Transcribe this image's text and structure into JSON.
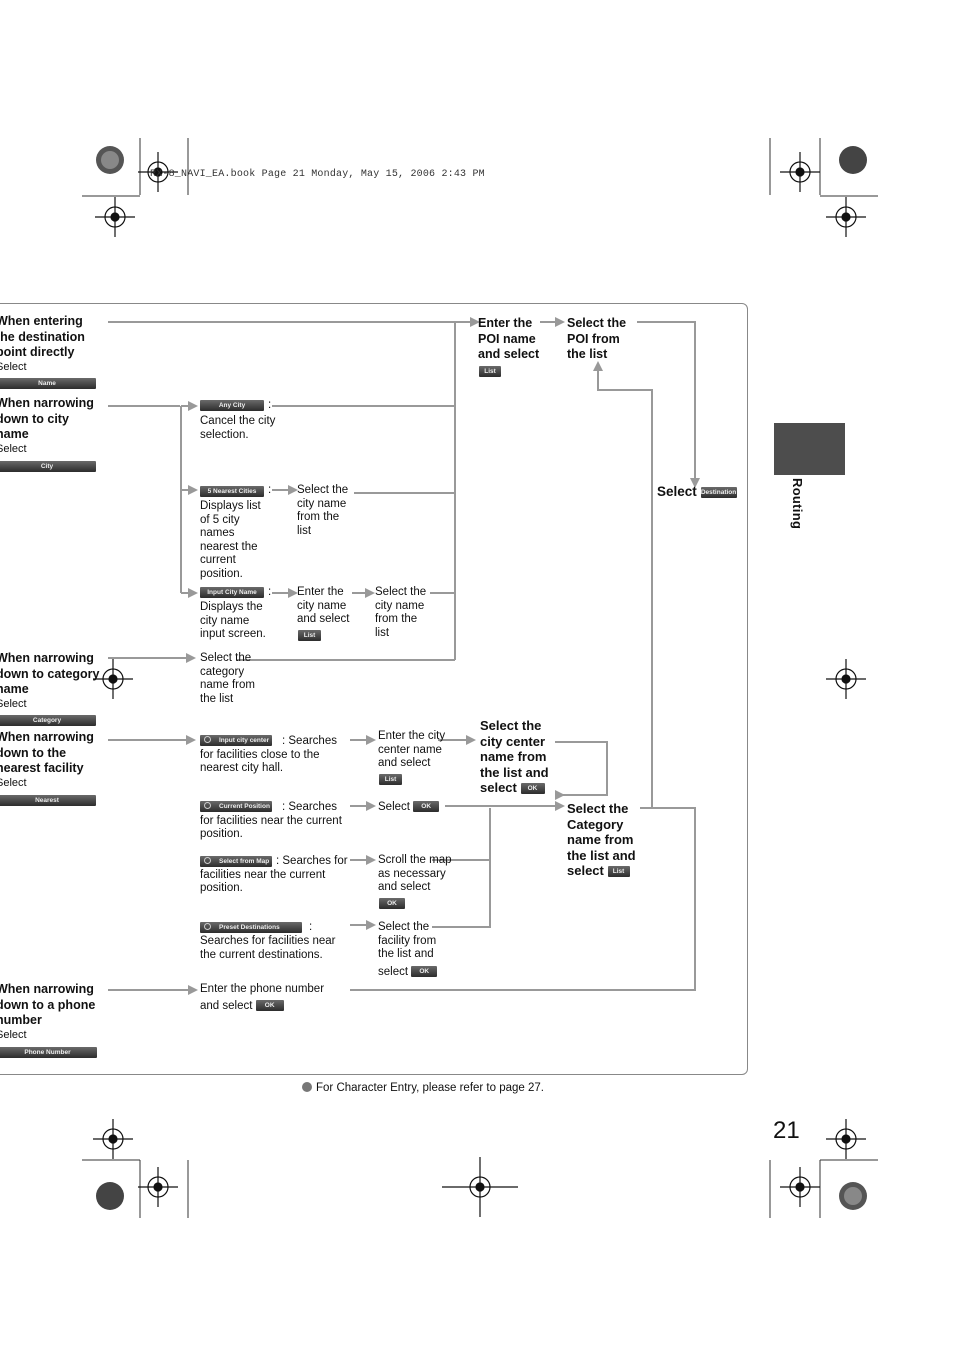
{
  "header": {
    "file_info": "RX-8_NAVI_EA.book  Page 21  Monday, May 15, 2006  2:43 PM"
  },
  "side_tab": {
    "label": "Routing"
  },
  "page_number": "21",
  "footnote": "For Character Entry, please refer to page 27.",
  "left_options": [
    {
      "heading": [
        "When entering",
        "the destination",
        "point directly"
      ],
      "select_word": "Select",
      "button": "Name"
    },
    {
      "heading": [
        "When narrowing",
        "down to city",
        "name"
      ],
      "select_word": "Select",
      "button": "City"
    },
    {
      "heading": [
        "When narrowing",
        "down to category",
        "name"
      ],
      "select_word": "Select",
      "button": "Category"
    },
    {
      "heading": [
        "When narrowing",
        "down to the",
        "nearest facility"
      ],
      "select_word": "Select",
      "button": "Nearest"
    },
    {
      "heading": [
        "When narrowing",
        "down to a phone",
        "number"
      ],
      "select_word": "Select",
      "button": "Phone Number"
    }
  ],
  "buttons": {
    "any_city": "Any City",
    "nearest_cities": "5 Nearest Cities",
    "input_city_name": "Input City Name",
    "input_city_center": "Input city center",
    "current_position": "Current Position",
    "select_from_map": "Select from Map",
    "preset_destinations": "Preset Destinations",
    "list": "List",
    "ok": "OK",
    "destination": "Destination"
  },
  "steps": {
    "any_city_desc": "Cancel the city selection.",
    "nearest_desc": "Displays list of 5 city names nearest the current position.",
    "input_city_desc": "Displays the city name input screen.",
    "select_city_list_a": "Select the city name from the list",
    "enter_city_name": "Enter the city name and select",
    "select_city_list_b": "Select the city name from the list",
    "select_category_list": "Select the category name from the list",
    "center_desc": ": Searches for facilities close to the nearest city hall.",
    "current_pos_desc": ": Searches for facilities near the current position.",
    "map_desc": ": Searches for facilities near the current position.",
    "preset_desc": "Searches for facilities near the current destinations.",
    "enter_city_center": "Enter the city center name and select",
    "select_ok": "Select",
    "scroll_map": "Scroll the map as necessary and select",
    "select_facility": "Select the facility from the list and",
    "select_word": "select",
    "select_city_center_bold": "Select the city center name from the list and select",
    "select_category_bold": "Select the Category name from the list and select",
    "enter_phone": "Enter the phone number",
    "and_select": "and select",
    "enter_poi": "Enter the POI name and select",
    "select_poi": "Select the POI from the list",
    "final_select": "Select"
  }
}
